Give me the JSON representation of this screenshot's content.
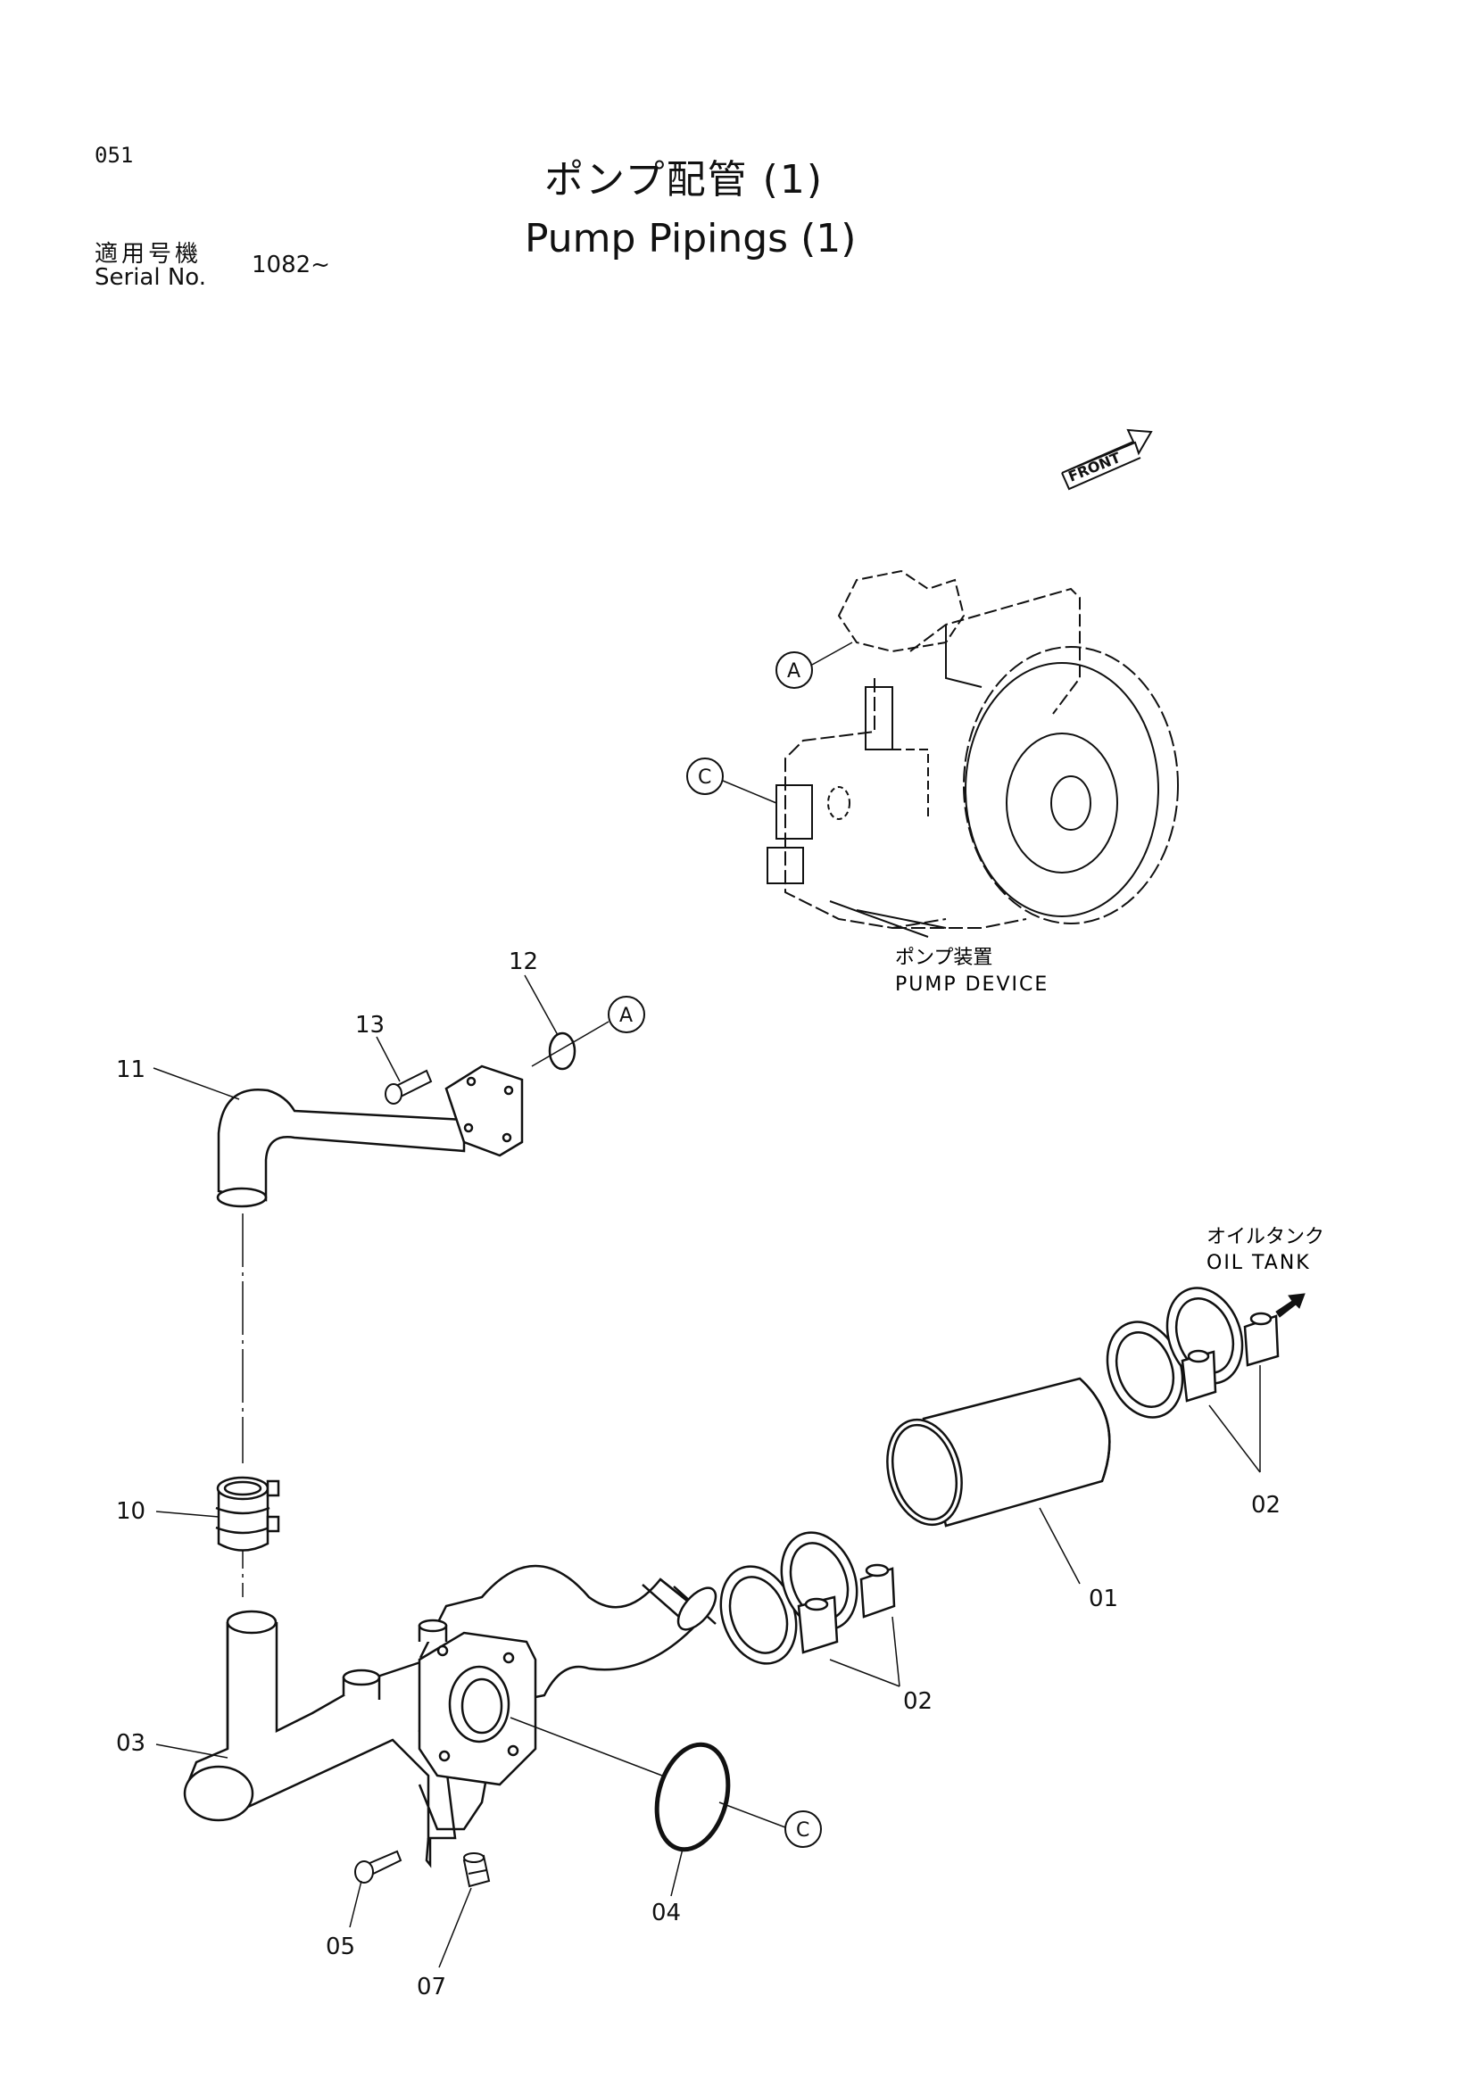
{
  "header": {
    "page_number": "051",
    "title_ja": "ポンプ配管 (1)",
    "title_en": "Pump Pipings (1)",
    "serial_label_ja": "適用号機",
    "serial_label_en": "Serial No.",
    "serial_value": "1082~"
  },
  "diagram": {
    "front_label": "FRONT",
    "pump_device_ja": "ポンプ装置",
    "pump_device_en": "PUMP DEVICE",
    "oil_tank_ja": "オイルタンク",
    "oil_tank_en": "OIL TANK",
    "callouts": {
      "a": "A",
      "c": "C"
    },
    "part_numbers": {
      "p01": "01",
      "p02": "02",
      "p03": "03",
      "p04": "04",
      "p05": "05",
      "p07": "07",
      "p10": "10",
      "p11": "11",
      "p12": "12",
      "p13": "13"
    }
  }
}
